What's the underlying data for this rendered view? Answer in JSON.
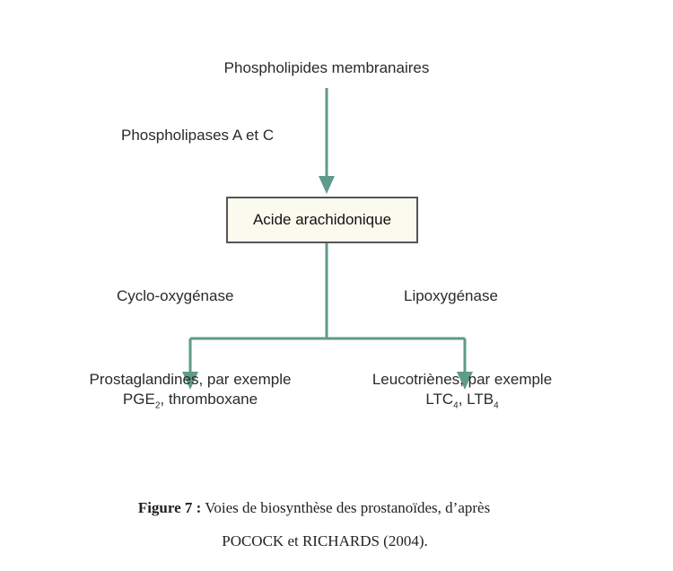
{
  "diagram": {
    "top": "Phospholipides membranaires",
    "enzyme_top": "Phospholipases A et C",
    "center": "Acide arachidonique",
    "enzyme_left": "Cyclo-oxygénase",
    "enzyme_right": "Lipoxygénase",
    "left_product_line1": "Prostaglandines, par exemple",
    "left_product_line2_a": "PGE",
    "left_product_line2_sub": "2",
    "left_product_line2_b": ", thromboxane",
    "right_product_line1": "Leucotriènes, par exemple",
    "right_product_line2_a": "LTC",
    "right_product_line2_sub1": "4",
    "right_product_line2_b": ", LTB",
    "right_product_line2_sub2": "4",
    "arrow_color": "#5f9a8a"
  },
  "caption": {
    "label": "Figure 7 :",
    "line1": "Voies de biosynthèse des prostanoïdes, d’après",
    "line2": "POCOCK et RICHARDS (2004)."
  }
}
